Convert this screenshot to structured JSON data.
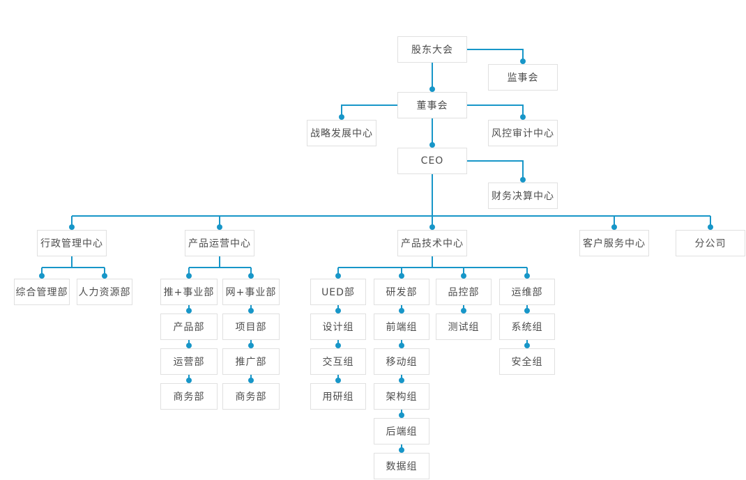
{
  "diagram": {
    "type": "org-chart",
    "colors": {
      "accent": "#1796c8",
      "box_border": "#e0e0e0",
      "box_fill": "#ffffff",
      "text": "#4d4d4d",
      "background": "#ffffff"
    },
    "nodes": {
      "shareholders": {
        "label": "股东大会"
      },
      "supervisory": {
        "label": "监事会"
      },
      "board": {
        "label": "董事会"
      },
      "strategy": {
        "label": "战略发展中心"
      },
      "risk": {
        "label": "风控审计中心"
      },
      "ceo": {
        "label": "CEO"
      },
      "finance": {
        "label": "财务决算中心"
      },
      "admin_center": {
        "label": "行政管理中心"
      },
      "ops_center": {
        "label": "产品运营中心"
      },
      "tech_center": {
        "label": "产品技术中心"
      },
      "service_center": {
        "label": "客户服务中心"
      },
      "branch_company": {
        "label": "分公司"
      },
      "general_affairs": {
        "label": "综合管理部"
      },
      "hr": {
        "label": "人力资源部"
      },
      "tui_division": {
        "label": "推+事业部"
      },
      "wang_division": {
        "label": "网+事业部"
      },
      "product_dept": {
        "label": "产品部"
      },
      "operation_dept": {
        "label": "运营部"
      },
      "business_dept_1": {
        "label": "商务部"
      },
      "project_dept": {
        "label": "项目部"
      },
      "promotion_dept": {
        "label": "推广部"
      },
      "business_dept_2": {
        "label": "商务部"
      },
      "ued_dept": {
        "label": "UED部"
      },
      "rd_dept": {
        "label": "研发部"
      },
      "qc_dept": {
        "label": "品控部"
      },
      "om_dept": {
        "label": "运维部"
      },
      "design_group": {
        "label": "设计组"
      },
      "interaction_group": {
        "label": "交互组"
      },
      "research_group": {
        "label": "用研组"
      },
      "frontend_group": {
        "label": "前端组"
      },
      "mobile_group": {
        "label": "移动组"
      },
      "architecture_group": {
        "label": "架构组"
      },
      "backend_group": {
        "label": "后端组"
      },
      "data_group": {
        "label": "数据组"
      },
      "testing_group": {
        "label": "测试组"
      },
      "system_group": {
        "label": "系统组"
      },
      "security_group": {
        "label": "安全组"
      }
    },
    "edges": [
      [
        "shareholders",
        "supervisory"
      ],
      [
        "shareholders",
        "board"
      ],
      [
        "board",
        "strategy"
      ],
      [
        "board",
        "risk"
      ],
      [
        "board",
        "ceo"
      ],
      [
        "ceo",
        "finance"
      ],
      [
        "ceo",
        "admin_center"
      ],
      [
        "ceo",
        "ops_center"
      ],
      [
        "ceo",
        "tech_center"
      ],
      [
        "ceo",
        "service_center"
      ],
      [
        "ceo",
        "branch_company"
      ],
      [
        "admin_center",
        "general_affairs"
      ],
      [
        "admin_center",
        "hr"
      ],
      [
        "ops_center",
        "tui_division"
      ],
      [
        "ops_center",
        "wang_division"
      ],
      [
        "tui_division",
        "product_dept"
      ],
      [
        "product_dept",
        "operation_dept"
      ],
      [
        "operation_dept",
        "business_dept_1"
      ],
      [
        "wang_division",
        "project_dept"
      ],
      [
        "project_dept",
        "promotion_dept"
      ],
      [
        "promotion_dept",
        "business_dept_2"
      ],
      [
        "tech_center",
        "ued_dept"
      ],
      [
        "tech_center",
        "rd_dept"
      ],
      [
        "tech_center",
        "qc_dept"
      ],
      [
        "tech_center",
        "om_dept"
      ],
      [
        "ued_dept",
        "design_group"
      ],
      [
        "design_group",
        "interaction_group"
      ],
      [
        "interaction_group",
        "research_group"
      ],
      [
        "rd_dept",
        "frontend_group"
      ],
      [
        "frontend_group",
        "mobile_group"
      ],
      [
        "mobile_group",
        "architecture_group"
      ],
      [
        "architecture_group",
        "backend_group"
      ],
      [
        "backend_group",
        "data_group"
      ],
      [
        "qc_dept",
        "testing_group"
      ],
      [
        "om_dept",
        "system_group"
      ],
      [
        "system_group",
        "security_group"
      ]
    ]
  }
}
